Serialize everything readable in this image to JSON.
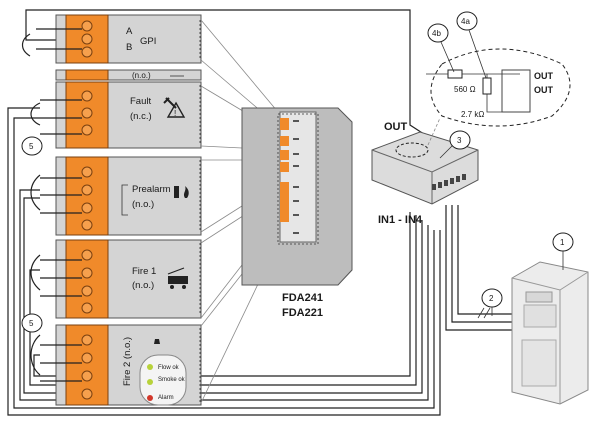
{
  "colors": {
    "terminal_orange": "#f08a2a",
    "module_grey": "#cfcfcf",
    "device_grey": "#bdbdbd",
    "panel_white": "#ececec"
  },
  "modules": [
    {
      "lines": [
        "A",
        "B"
      ],
      "name": "GPI",
      "icon": "none"
    },
    {
      "lines": [
        "(n.o.)"
      ],
      "name": "",
      "icon": "fire-extinguisher-partial-icon"
    },
    {
      "lines": [
        "Fault",
        "(n.c.)"
      ],
      "name": "",
      "icon": "wrench-warning-icon"
    },
    {
      "lines": [
        "Prealarm",
        "(n.o.)"
      ],
      "name": "",
      "icon": "extinguisher-flame-icon"
    },
    {
      "lines": [
        "Fire 1",
        "(n.o.)"
      ],
      "name": "",
      "icon": "fire-truck-icon"
    },
    {
      "lines": [
        "Fire 2 (n.o.)"
      ],
      "name": "",
      "icon": "siren-icon"
    }
  ],
  "leds": [
    "Flow ok",
    "Smoke ok",
    "Alarm"
  ],
  "device": {
    "model_1": "FDA241",
    "model_2": "FDA221"
  },
  "module_3": {
    "out_label": "OUT",
    "in_label": "IN1 - IN4"
  },
  "detail": {
    "callout_a": "4a",
    "callout_b": "4b",
    "resistor_b": "560 Ω",
    "resistor_a": "2.7 kΩ",
    "out_1": "OUT",
    "out_2": "OUT"
  },
  "callouts": {
    "c1": "1",
    "c2": "2",
    "c3": "3",
    "c5a": "5",
    "c5b": "5"
  }
}
